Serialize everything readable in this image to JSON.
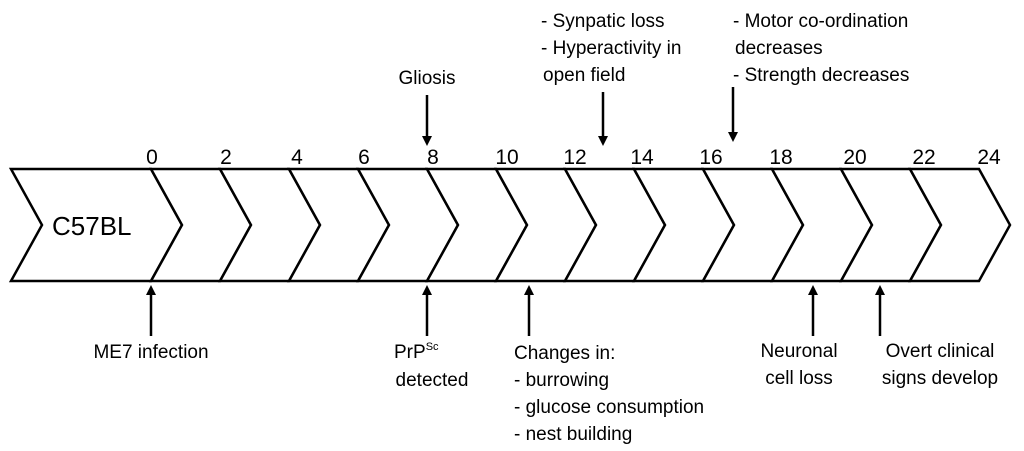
{
  "strain_label": "C57BL",
  "week_ticks": [
    "0",
    "2",
    "4",
    "6",
    "8",
    "10",
    "12",
    "14",
    "16",
    "18",
    "20",
    "22",
    "24"
  ],
  "annotations_above": {
    "gliosis": "Gliosis",
    "synaptic": [
      "- Synpatic loss",
      "- Hyperactivity in",
      "open field"
    ],
    "motor": [
      "- Motor co-ordination",
      "decreases",
      "- Strength decreases"
    ]
  },
  "annotations_below": {
    "infection": "ME7 infection",
    "prion_base": "PrP",
    "prion_sup": "Sc",
    "prion_line2": "detected",
    "behaviour": [
      "Changes in:",
      "- burrowing",
      "- glucose consumption",
      "- nest building"
    ],
    "neuronal": [
      "Neuronal",
      "cell loss"
    ],
    "clinical": [
      "Overt clinical",
      "signs develop"
    ]
  }
}
